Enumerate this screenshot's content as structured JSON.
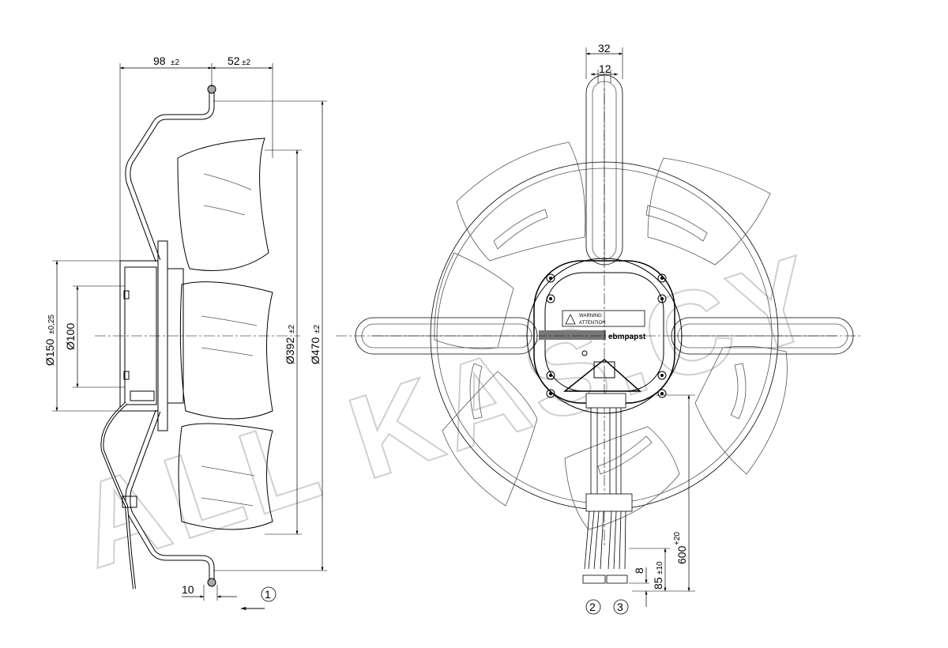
{
  "watermark": "ALL KAS.CY",
  "side_view": {
    "dim_98": "98",
    "tol_98": "±2",
    "dim_52": "52",
    "tol_52": "±2",
    "dia_150": "Ø150",
    "tol_150": "±0,25",
    "dia_100": "Ø100",
    "dia_392": "Ø392",
    "tol_392": "±2",
    "dia_470": "Ø470",
    "tol_470": "±2",
    "dim_10": "10",
    "callout_1": "1"
  },
  "front_view": {
    "dim_32": "32",
    "dim_12": "12",
    "dim_600": "600",
    "tol_600": "+20",
    "dim_85": "85",
    "tol_85": "±10",
    "dim_8": "8",
    "callout_2": "2",
    "callout_3": "3",
    "warning_label": "WARNING",
    "attention_label": "ATTENTION",
    "brand_label": "ebmpapst"
  },
  "colors": {
    "line": "#000000",
    "watermark": "#cfcfcf"
  }
}
